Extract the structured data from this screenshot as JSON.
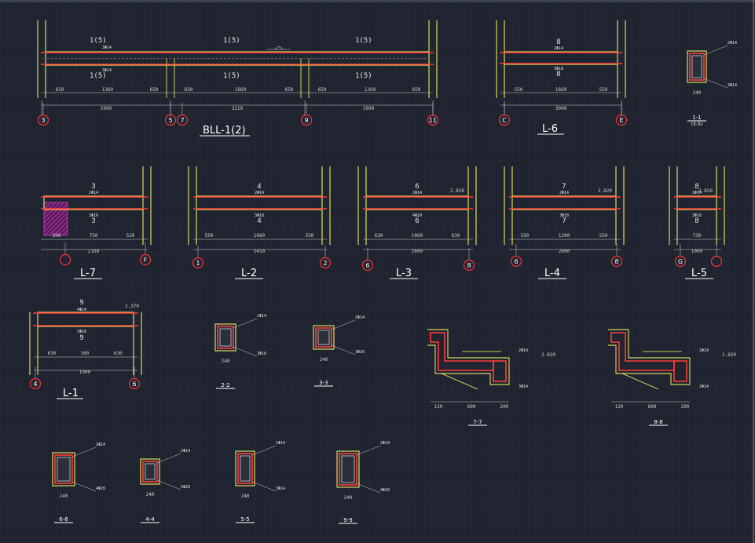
{
  "colors": {
    "background": "#1f2430",
    "grid": "#2a3040",
    "column": "#ffff66",
    "beam_outline": "#ff3b3b",
    "rebar": "#ffffff",
    "axis_circle": "#ff3030",
    "dimension": "#cfcfcf",
    "hatch": "#b030b0"
  },
  "beams": {
    "bll1": {
      "name": "BLL-1(2)",
      "top_mark_left": "1(5)",
      "top_mark_mid": "1(5)",
      "top_mark_right": "1(5)",
      "bot_mark_left": "1(5)",
      "bot_mark_mid": "1(5)",
      "bot_mark_right": "1(5)",
      "top_bar": "3Φ14",
      "bot_bar": "3Φ14",
      "dims_top": [
        "650",
        "1360",
        "650",
        "650",
        "1660",
        "650",
        "650",
        "1360",
        "650"
      ],
      "dims_bot": [
        "2900",
        "3210",
        "2900"
      ],
      "axes": [
        "3",
        "5",
        "7",
        "9",
        "11"
      ]
    },
    "l6": {
      "name": "L-6",
      "mark_top": "8",
      "mark_bot": "8",
      "top_bar": "2Φ14",
      "bot_bar": "3Φ18",
      "dims": [
        "550",
        "1660",
        "550"
      ],
      "total": "3000",
      "axes": [
        "C",
        "E"
      ]
    },
    "l7": {
      "name": "L-7",
      "mark_top": "3",
      "mark_bot": "3",
      "top_bar": "2Φ14",
      "bot_bar": "3Φ16",
      "dims": [
        "500",
        "750",
        "520"
      ],
      "total": "2100",
      "axes": [
        "",
        "F"
      ]
    },
    "l2": {
      "name": "L-2",
      "mark_top": "4",
      "mark_bot": "4",
      "top_bar": "2Φ14",
      "bot_bar": "3Φ18",
      "dims": [
        "550",
        "1060",
        "550"
      ],
      "total": "2410",
      "axes": [
        "1",
        "2"
      ]
    },
    "l3": {
      "name": "L-3",
      "mark_top": "6",
      "mark_bot": "6",
      "top_bar": "2Φ14",
      "bot_bar": "4Φ20",
      "dims": [
        "630",
        "1060",
        "630"
      ],
      "total": "2600",
      "axes": [
        "6",
        "8"
      ],
      "level": "2.820"
    },
    "l4": {
      "name": "L-4",
      "mark_top": "7",
      "mark_bot": "7",
      "top_bar": "2Φ14",
      "bot_bar": "3Φ18",
      "dims": [
        "550",
        "1200",
        "550"
      ],
      "total": "2600",
      "axes": [
        "6",
        "8"
      ],
      "level": "2.820"
    },
    "l5": {
      "name": "L-5",
      "mark_top": "8",
      "mark_bot": "8",
      "top_bar": "2Φ14",
      "bot_bar": "3Φ16",
      "dims": [
        "730"
      ],
      "total": "1000",
      "axes": [
        "G",
        ""
      ],
      "level": "2.820"
    },
    "l1": {
      "name": "L-1",
      "mark_top": "9",
      "mark_bot": "9",
      "top_bar": "4Φ14",
      "bot_bar": "3Φ16",
      "dims": [
        "630",
        "360",
        "630"
      ],
      "total": "1900",
      "axes": [
        "4",
        "6"
      ],
      "level": "2.370"
    }
  },
  "sections": {
    "s11": {
      "name": "1-1",
      "sub": "(5-5)",
      "bar_top": "2Φ14",
      "bar_bot": "3Φ14",
      "width": "240"
    },
    "s22": {
      "name": "2-2",
      "bar_top": "2Φ14",
      "bar_bot": "3Φ18",
      "width": "240"
    },
    "s33": {
      "name": "3-3",
      "bar_top": "2Φ14",
      "bar_bot": "3Φ16",
      "width": "240"
    },
    "s77": {
      "name": "7-7",
      "bar": "2Φ14",
      "bar2": "3Φ14",
      "level": "2.820",
      "dims": [
        "120",
        "600",
        "200"
      ]
    },
    "s88": {
      "name": "8-8",
      "bar": "2Φ14",
      "bar2": "2Φ14",
      "level": "2.820",
      "dims": [
        "120",
        "600",
        "200"
      ]
    },
    "s66": {
      "name": "6-6",
      "bar_top": "2Φ14",
      "bar_bot": "4Φ20",
      "width": "240"
    },
    "s44": {
      "name": "4-4",
      "bar_top": "2Φ14",
      "bar_bot": "3Φ20",
      "width": "240"
    },
    "s55": {
      "name": "5-5",
      "bar_top": "2Φ14",
      "bar_bot": "3Φ14",
      "width": "240"
    },
    "s99": {
      "name": "9-9",
      "bar_top": "2Φ14",
      "bar_bot": "4Φ20",
      "width": "240"
    }
  }
}
